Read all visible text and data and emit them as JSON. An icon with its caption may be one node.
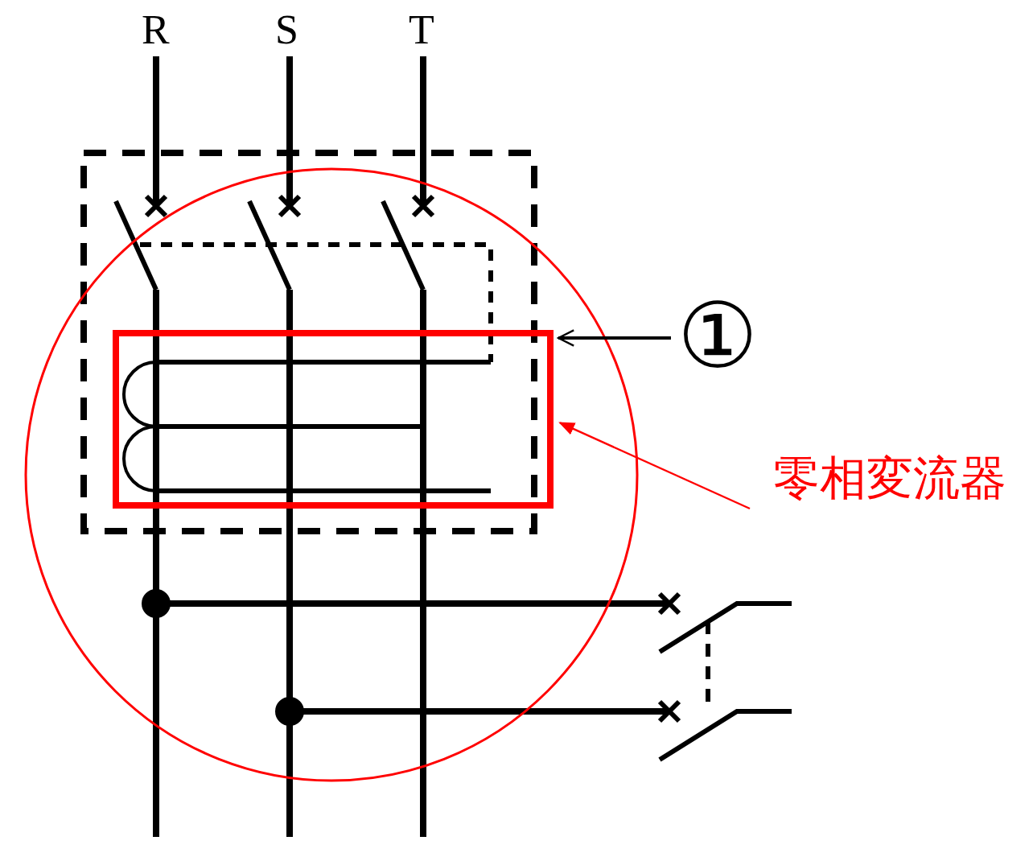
{
  "diagram": {
    "nodes": [
      {
        "text": [
          "①"
        ]
      },
      {
        "text": [],
        "shape": "box"
      },
      {
        "text": [
          "零相変流器"
        ]
      }
    ],
    "edges": [
      {
        "from": 0,
        "to": 1,
        "arrow": "to"
      },
      {
        "from": 2,
        "to": 1,
        "arrow": "to",
        "color": "#ff0000"
      }
    ],
    "labels": [
      "R",
      "S",
      "T"
    ]
  }
}
